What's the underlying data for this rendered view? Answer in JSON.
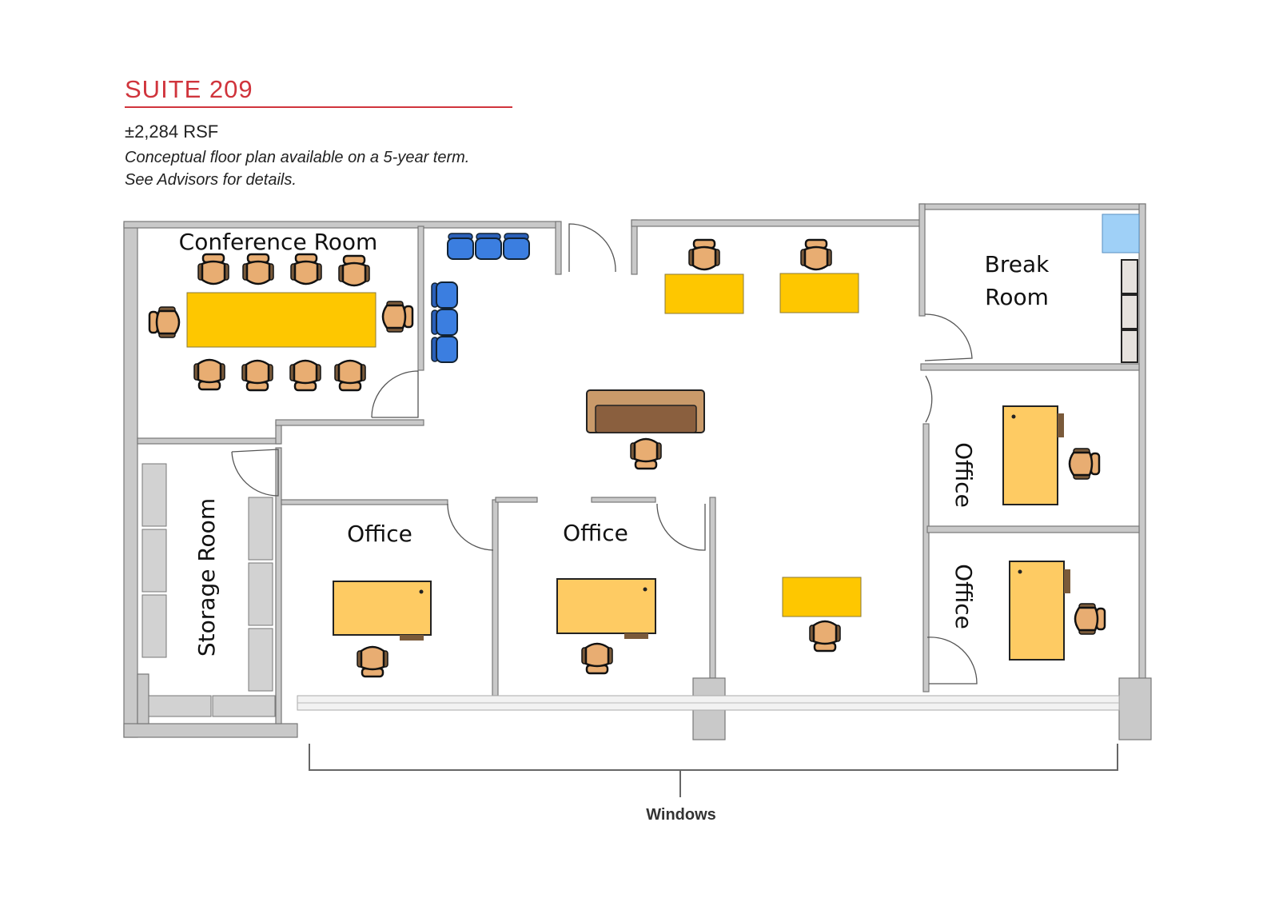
{
  "header": {
    "title": "SUITE 209",
    "area": "±2,284 RSF",
    "description_line1": "Conceptual floor plan available on a 5-year term.",
    "description_line2": "See Advisors for details."
  },
  "rooms": {
    "conference": "Conference Room",
    "storage": "Storage Room",
    "break_line1": "Break",
    "break_line2": "Room",
    "office_1": "Office",
    "office_2": "Office",
    "office_3": "Office",
    "office_4": "Office"
  },
  "windows_label": "Windows",
  "colors": {
    "accent": "#d0343c",
    "desk": "#fecb63",
    "table": "#fec700",
    "chair": "#e8ad72",
    "lounge": "#3b7ee0",
    "sofa": "#a9805a",
    "fridge": "#9fd0f7"
  }
}
